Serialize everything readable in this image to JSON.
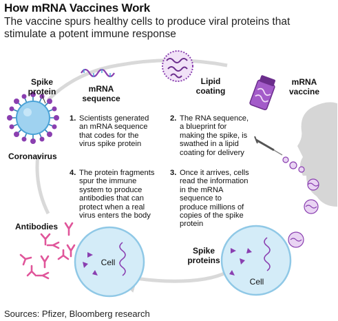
{
  "header": {
    "title": "How mRNA Vaccines Work",
    "subtitle": "The vaccine spurs healthy cells to produce viral proteins that stimulate a potent immune response"
  },
  "labels": {
    "spike_protein": "Spike protein",
    "mrna_sequence": "mRNA sequence",
    "lipid_coating": "Lipid coating",
    "mrna_vaccine": "mRNA vaccine",
    "coronavirus": "Coronavirus",
    "antibodies": "Antibodies",
    "spike_proteins": "Spike proteins",
    "cell_left": "Cell",
    "cell_right": "Cell"
  },
  "steps": [
    {
      "num": "1.",
      "text": "Scientists generated an mRNA sequence that codes for the virus spike protein"
    },
    {
      "num": "2.",
      "text": "The RNA sequence, a blueprint for making the spike, is swathed in a lipid coating for delivery"
    },
    {
      "num": "3.",
      "text": "Once it arrives, cells read the information in the mRNA sequence to produce millions of copies of the spike protein"
    },
    {
      "num": "4.",
      "text": "The protein fragments spur the immune system to produce antibodies that can protect when a real virus enters the body"
    }
  ],
  "footer": {
    "source": "Sources: Pfizer, Bloomberg research"
  },
  "colors": {
    "purple": "#8a3fb0",
    "light_purple": "#e9d4f3",
    "pink": "#e0559a",
    "cell_blue": "#d4ecf8",
    "cell_stroke": "#8fc8e6",
    "blue_virus": "#4aa3d8",
    "grey": "#d6d6d6"
  }
}
